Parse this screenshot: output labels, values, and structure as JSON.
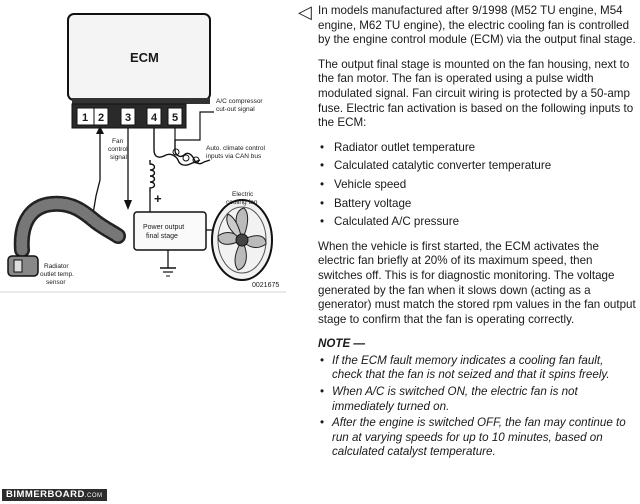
{
  "diagram": {
    "ecm_label": "ECM",
    "pins": [
      "1",
      "2",
      "3",
      "4",
      "5"
    ],
    "ac_signal": [
      "A/C compressor",
      "cut-out signal"
    ],
    "fan_control": [
      "Fan",
      "control",
      "signal"
    ],
    "auto_climate": [
      "Auto. climate control",
      "inputs via CAN bus"
    ],
    "power_stage": [
      "Power output",
      "final stage"
    ],
    "fan_label": [
      "Electric",
      "cooling fan"
    ],
    "sensor": [
      "Radiator",
      "outlet temp.",
      "sensor"
    ],
    "code": "0021675",
    "plus": "+"
  },
  "text": {
    "intro": "In models manufactured after 9/1998 (M52 TU engine, M54 engine, M62 TU engine), the electric cooling fan is controlled by the engine control module (ECM) via the output final stage.",
    "p2": "The output final stage is mounted on the fan housing, next to the fan motor. The fan is operated using a pulse width modulated signal. Fan circuit wiring is protected by a 50-amp fuse. Electric fan activation is based on the following inputs to the ECM:",
    "inputs": [
      "Radiator outlet temperature",
      "Calculated catalytic converter temperature",
      "Vehicle speed",
      "Battery voltage",
      "Calculated A/C pressure"
    ],
    "p3": "When the vehicle is first started, the ECM activates the electric fan briefly at 20% of its maximum speed, then switches off. This is for diagnostic monitoring. The voltage generated by the fan when it slows down (acting as a generator) must match the stored rpm values in the fan output stage to confirm that the fan is operating correctly.",
    "note_title": "NOTE —",
    "notes": [
      "If the ECM fault memory indicates a cooling fan fault, check that the fan is not seized and that it spins freely.",
      "When A/C is switched ON, the electric fan is not immediately turned on.",
      "After the engine is switched OFF, the fan may continue to run at varying speeds for up to 10 minutes, based on calculated catalyst temperature."
    ],
    "bullet": "•",
    "arrow_glyph": "◁"
  },
  "logo": {
    "main": "BIMMERBOARD",
    "suffix": ".COM"
  }
}
